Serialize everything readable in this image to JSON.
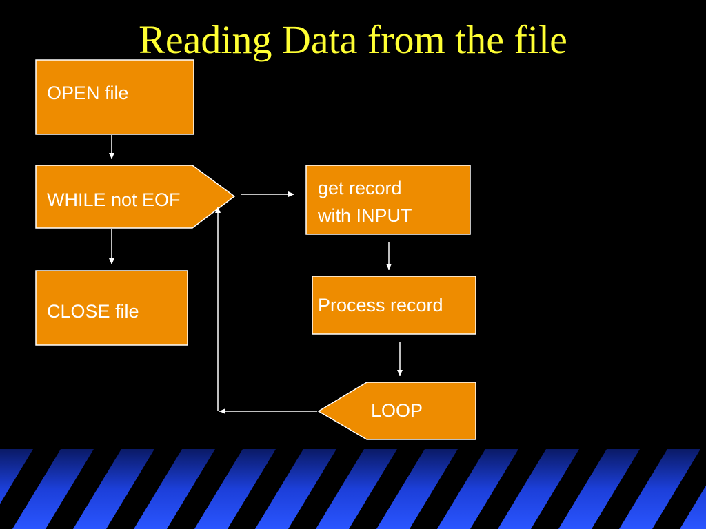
{
  "slide": {
    "title": "Reading Data from the file"
  },
  "nodes": {
    "open_file": "OPEN file",
    "while_not_eof": "WHILE not EOF",
    "get_record_line1": "get record",
    "get_record_line2": "with INPUT",
    "process_record": "Process record",
    "close_file": "CLOSE file",
    "loop": "LOOP"
  },
  "colors": {
    "background": "#000000",
    "title": "#ffff33",
    "node_fill": "#ee8c00",
    "node_border": "#ffffff",
    "node_text": "#ffffff",
    "connector": "#ffffff",
    "banner_dark": "#000000",
    "banner_light": "#2a55ff"
  }
}
